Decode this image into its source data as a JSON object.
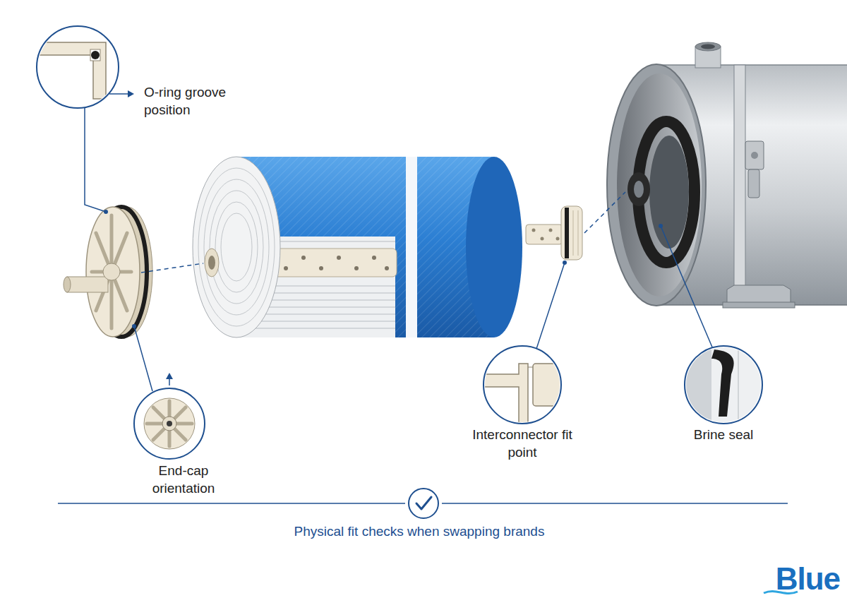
{
  "diagram": {
    "caption": "Physical fit checks when swapping brands",
    "labels": [
      "O-ring groove position",
      "End-cap orientation",
      "Interconnector fit point",
      "Brine seal",
      "Blue"
    ]
  }
}
